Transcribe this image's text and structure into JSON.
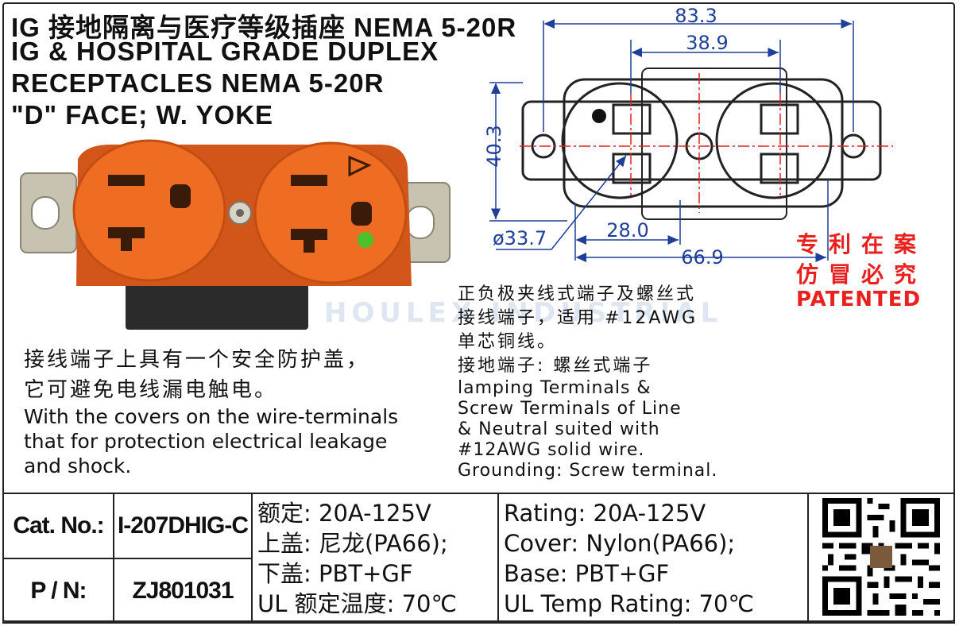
{
  "title": {
    "line1": "IG 接地隔离与医疗等级插座  NEMA  5-20R",
    "line2": "IG  &  HOSPITAL  GRADE  DUPLEX",
    "line3": "RECEPTACLES  NEMA  5-20R",
    "line4": "\"D\" FACE;    W.  YOKE"
  },
  "dimensions": {
    "overall_width": "83.3",
    "receptacle_pitch": "38.9",
    "height": "40.3",
    "diameter": "ø33.7",
    "pin_offset": "28.0",
    "face_width": "66.9"
  },
  "patent": {
    "line1": "专利在案",
    "line2": "仿冒必究",
    "line3": "PATENTED"
  },
  "watermark": "HOULEX INDUSTRIAL",
  "desc_left": {
    "cn1": "接线端子上具有一个安全防护盖，",
    "cn2": "它可避免电线漏电触电。",
    "en1": "With the covers on the wire-terminals",
    "en2": "that for protection electrical leakage",
    "en3": "and shock."
  },
  "desc_right": {
    "cn1": "正负极夹线式端子及螺丝式",
    "cn2": "接线端子，适用 #12AWG",
    "cn3": "单芯铜线。",
    "cn4": "接地端子: 螺丝式端子",
    "en1": "lamping Terminals &",
    "en2": "Screw Terminals of Line",
    "en3": "& Neutral suited with",
    "en4": "#12AWG solid wire.",
    "en5": "Grounding: Screw terminal."
  },
  "spec_table": {
    "cat_label": "Cat. No.:",
    "cat_value": "I-207DHIG-C",
    "pn_label": "P / N:",
    "pn_value": "ZJ801031",
    "cn_specs": [
      "额定: 20A-125V",
      "上盖: 尼龙(PA66);",
      "下盖: PBT+GF",
      "UL 额定温度: 70℃"
    ],
    "en_specs": [
      "Rating: 20A-125V",
      "Cover: Nylon(PA66);",
      "Base: PBT+GF",
      "UL Temp Rating: 70℃"
    ]
  },
  "colors": {
    "receptacle": "#e8641c",
    "dimension_blue": "#1f3e9a",
    "centerline_red": "#e02020",
    "patent_red": "#e8201e"
  },
  "icons": [
    "qr-code-icon",
    "receptacle-photo",
    "technical-drawing"
  ]
}
